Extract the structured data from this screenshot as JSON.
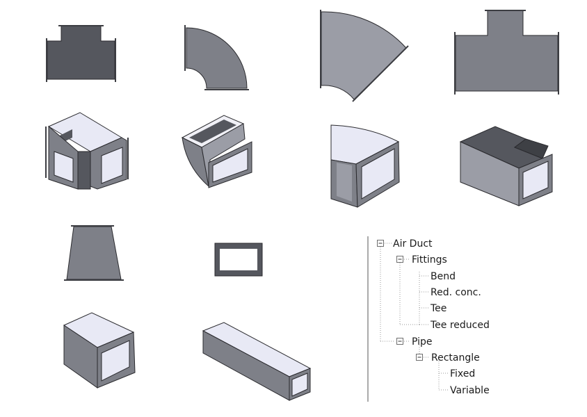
{
  "colors": {
    "dark_fill": "#55575e",
    "mid_fill": "#7e8088",
    "light_fill": "#9b9da6",
    "inner_fill": "#e8e9f5",
    "edge": "#2a2a2e",
    "flange": "#3c3d42",
    "divider": "#555555"
  },
  "thumbnails": [
    {
      "name": "tee-elevation-icon"
    },
    {
      "name": "bend-elevation-icon"
    },
    {
      "name": "bend-large-elevation-icon"
    },
    {
      "name": "tee-reduced-elevation-icon"
    },
    {
      "name": "tee-3d-icon"
    },
    {
      "name": "bend-3d-icon"
    },
    {
      "name": "bend-open-3d-icon"
    },
    {
      "name": "tee-reduced-3d-icon"
    },
    {
      "name": "red-conc-elevation-icon"
    },
    {
      "name": "rectangle-section-icon"
    },
    {
      "name": "red-conc-3d-icon"
    },
    {
      "name": "rectangle-pipe-3d-icon"
    }
  ],
  "tree": {
    "root": {
      "label": "Air Duct",
      "expanded": true
    },
    "fittings": {
      "label": "Fittings",
      "expanded": true
    },
    "bend": {
      "label": "Bend"
    },
    "red_conc": {
      "label": "Red. conc."
    },
    "tee": {
      "label": "Tee"
    },
    "tee_reduced": {
      "label": "Tee reduced"
    },
    "pipe": {
      "label": "Pipe",
      "expanded": true
    },
    "rectangle": {
      "label": "Rectangle",
      "expanded": true
    },
    "fixed": {
      "label": "Fixed"
    },
    "variable": {
      "label": "Variable"
    }
  }
}
